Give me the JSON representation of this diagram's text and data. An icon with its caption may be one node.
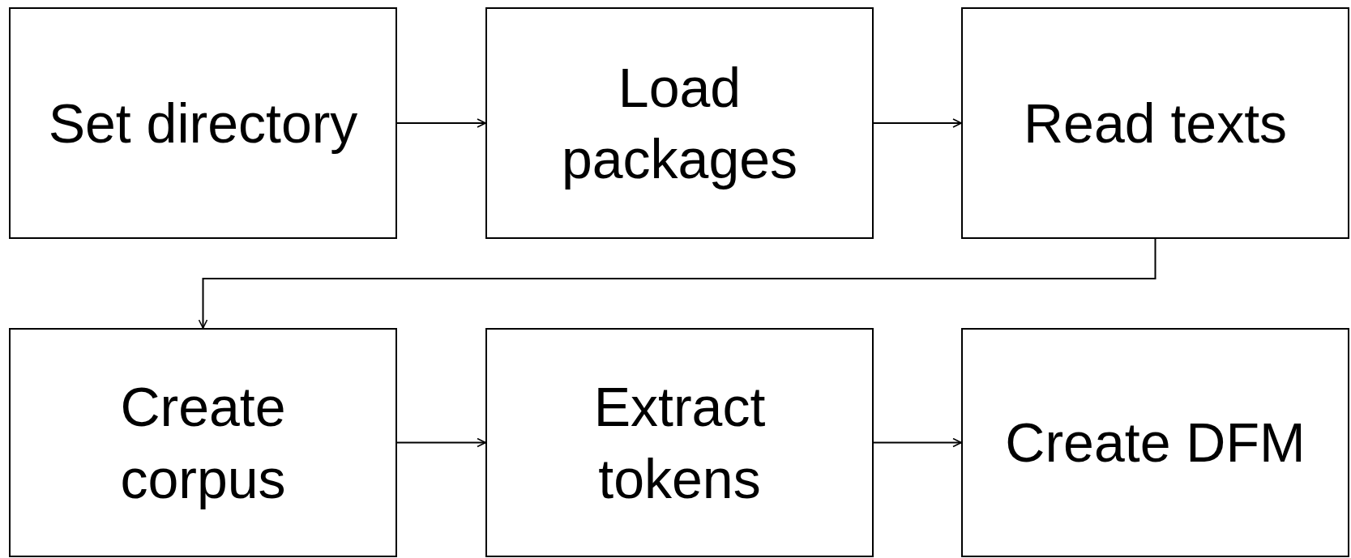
{
  "diagram": {
    "nodes": [
      {
        "text": [
          "Set directory"
        ]
      },
      {
        "text": [
          "Load packages"
        ]
      },
      {
        "text": [
          "Read texts"
        ]
      },
      {
        "text": [
          "Create corpus"
        ]
      },
      {
        "text": [
          "Extract tokens"
        ]
      },
      {
        "text": [
          "Create DFM"
        ]
      }
    ],
    "edges": [
      {
        "from": 0,
        "to": 1,
        "arrow": "to"
      },
      {
        "from": 1,
        "to": 2,
        "arrow": "to"
      },
      {
        "from": 2,
        "to": 3,
        "arrow": "to"
      },
      {
        "from": 3,
        "to": 4,
        "arrow": "to"
      },
      {
        "from": 4,
        "to": 5,
        "arrow": "to"
      }
    ]
  }
}
